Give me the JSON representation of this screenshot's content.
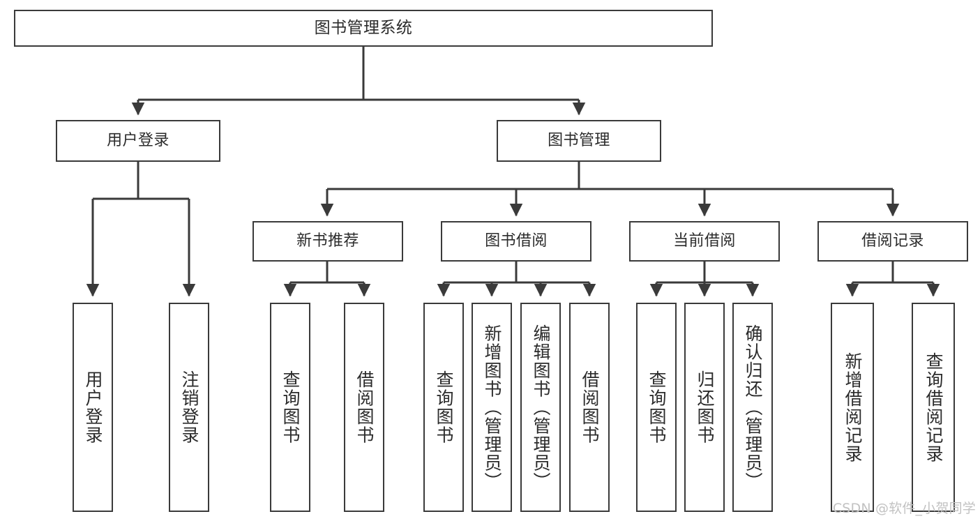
{
  "diagram": {
    "title": "图书管理系统",
    "type": "tree-hierarchy",
    "watermark": "CSDN @软件_小贺同学",
    "colors": {
      "box_border": "#3a3a3a",
      "box_fill": "#ffffff",
      "text": "#2b2b2b",
      "edge": "#3a3a3a",
      "watermark": "#c2c2c2"
    },
    "nodes": {
      "root": {
        "label": "图书管理系统"
      },
      "level2": [
        {
          "label": "用户登录"
        },
        {
          "label": "图书管理"
        }
      ],
      "level3": [
        {
          "label": "新书推荐"
        },
        {
          "label": "图书借阅"
        },
        {
          "label": "当前借阅"
        },
        {
          "label": "借阅记录"
        }
      ],
      "leaves_user_login": [
        {
          "label": "用户登录"
        },
        {
          "label": "注销登录"
        }
      ],
      "leaves_new_book": [
        {
          "label": "查询图书"
        },
        {
          "label": "借阅图书"
        }
      ],
      "leaves_borrow": [
        {
          "label": "查询图书"
        },
        {
          "label": "新增图书（管理员）"
        },
        {
          "label": "编辑图书（管理员）"
        },
        {
          "label": "借阅图书"
        }
      ],
      "leaves_current": [
        {
          "label": "查询图书"
        },
        {
          "label": "归还图书"
        },
        {
          "label": "确认归还（管理员）"
        }
      ],
      "leaves_records": [
        {
          "label": "新增借阅记录"
        },
        {
          "label": "查询借阅记录"
        }
      ]
    }
  }
}
